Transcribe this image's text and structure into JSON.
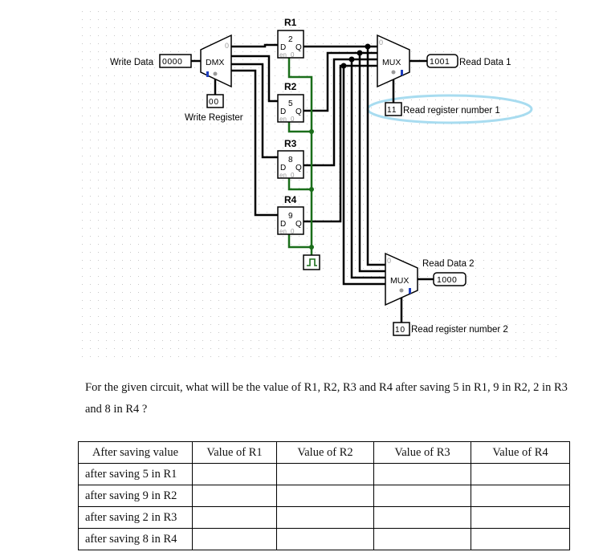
{
  "circuit": {
    "write_data_label": "Write Data",
    "write_data_bits": "0000",
    "write_register_label": "Write Register",
    "write_register_bits": "00",
    "dmx_label": "DMX",
    "mux_label": "MUX",
    "registers": [
      {
        "name": "R1",
        "value": "2"
      },
      {
        "name": "R2",
        "value": "5"
      },
      {
        "name": "R3",
        "value": "8"
      },
      {
        "name": "R4",
        "value": "9"
      }
    ],
    "reg_d": "D",
    "reg_q": "Q",
    "reg_en": "en",
    "zero": "0",
    "read_data_1_label": "Read Data 1",
    "read_data_1_bits": "1001",
    "read_reg_1_label": "Read register number 1",
    "read_reg_1_bits": "11",
    "read_data_2_label": "Read Data 2",
    "read_data_2_bits": "1000",
    "read_reg_2_label": "Read register number 2",
    "read_reg_2_bits": "10",
    "colors": {
      "wire": "#000000",
      "clock_wire": "#1a6e1a",
      "dot_blue": "#1f3fbf",
      "ellipse": "#a8dcf0",
      "grid": "#c8c8c8"
    }
  },
  "question": "For the given circuit, what will be the value of R1, R2, R3 and R4 after saving 5 in R1, 9 in R2, 2 in R3 and 8 in R4 ?",
  "table": {
    "headers": [
      "After saving value",
      "Value of R1",
      "Value of R2",
      "Value of R3",
      "Value of R4"
    ],
    "rows": [
      [
        "after saving 5 in R1",
        "",
        "",
        "",
        ""
      ],
      [
        "after saving 9 in R2",
        "",
        "",
        "",
        ""
      ],
      [
        "after saving 2 in R3",
        "",
        "",
        "",
        ""
      ],
      [
        "after saving 8 in R4",
        "",
        "",
        "",
        ""
      ]
    ]
  }
}
